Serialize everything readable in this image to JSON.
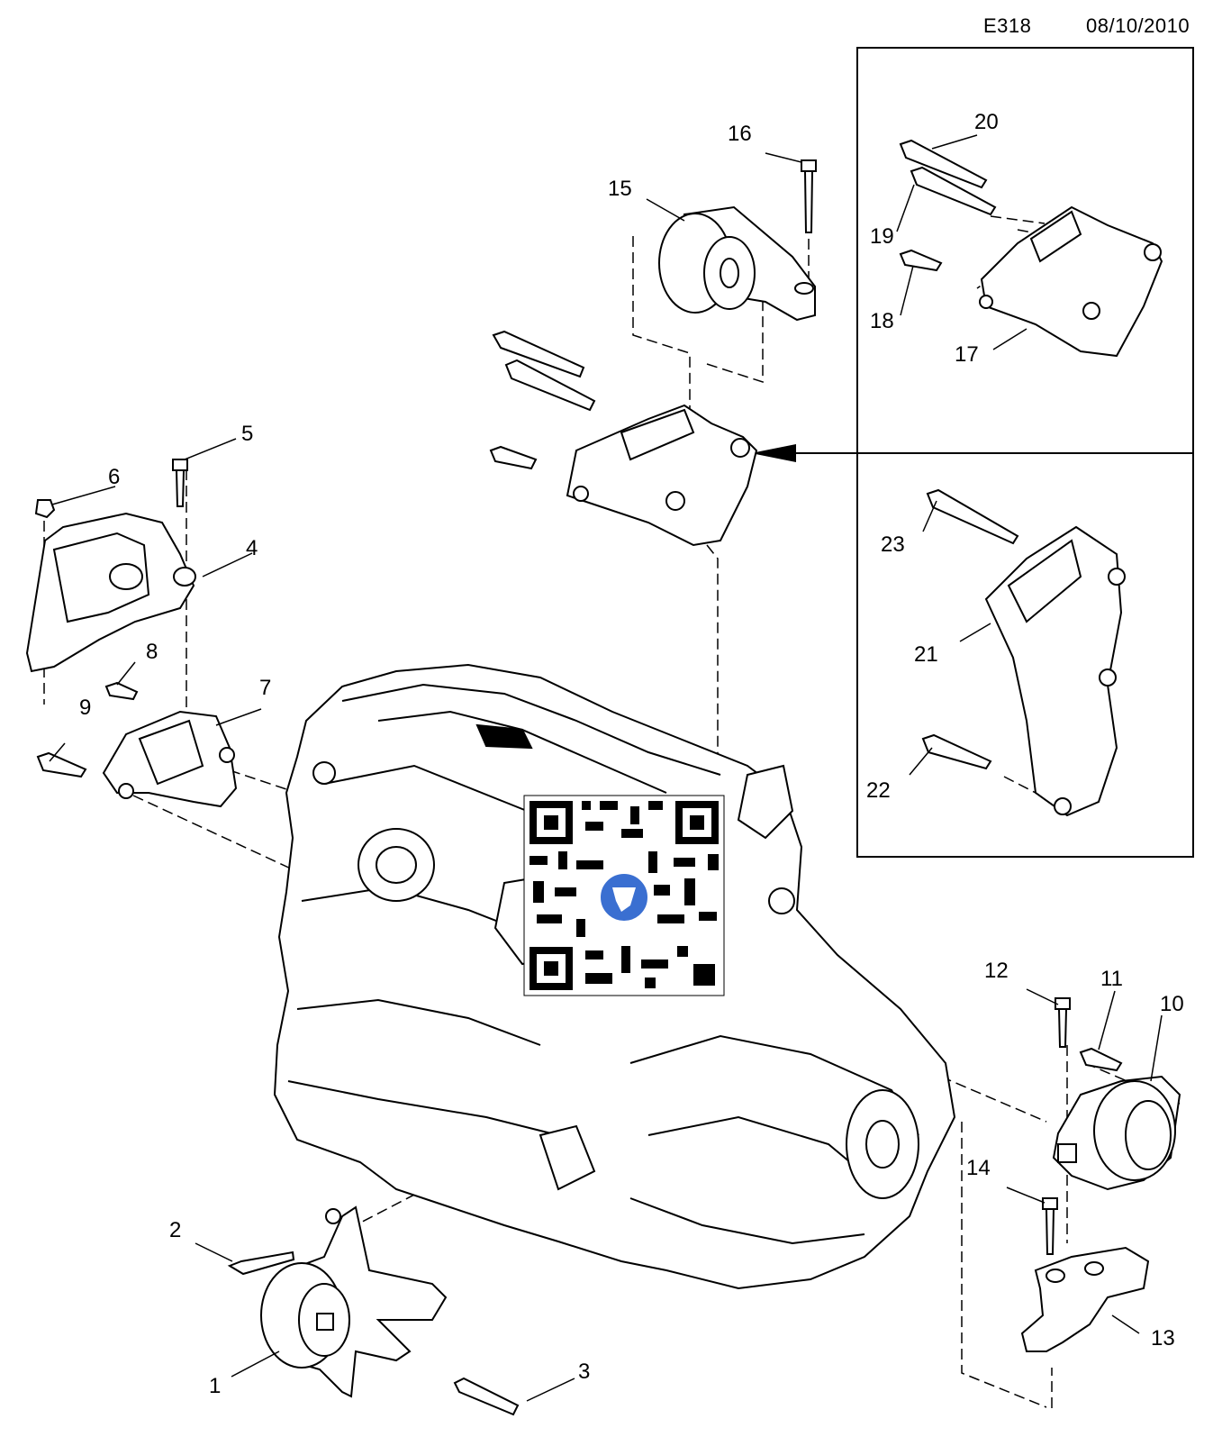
{
  "header": {
    "code": "E318",
    "date": "08/10/2010"
  },
  "callouts": [
    {
      "id": "1",
      "label": "1"
    },
    {
      "id": "2",
      "label": "2"
    },
    {
      "id": "3",
      "label": "3"
    },
    {
      "id": "4",
      "label": "4"
    },
    {
      "id": "5",
      "label": "5"
    },
    {
      "id": "6",
      "label": "6"
    },
    {
      "id": "7",
      "label": "7"
    },
    {
      "id": "8",
      "label": "8"
    },
    {
      "id": "9",
      "label": "9"
    },
    {
      "id": "10",
      "label": "10"
    },
    {
      "id": "11",
      "label": "11"
    },
    {
      "id": "12",
      "label": "12"
    },
    {
      "id": "13",
      "label": "13"
    },
    {
      "id": "14",
      "label": "14"
    },
    {
      "id": "15",
      "label": "15"
    },
    {
      "id": "16",
      "label": "16"
    },
    {
      "id": "17",
      "label": "17"
    },
    {
      "id": "18",
      "label": "18"
    },
    {
      "id": "19",
      "label": "19"
    },
    {
      "id": "20",
      "label": "20"
    },
    {
      "id": "21",
      "label": "21"
    },
    {
      "id": "22",
      "label": "22"
    },
    {
      "id": "23",
      "label": "23"
    }
  ],
  "icons": {
    "qr": "qr-code-icon",
    "logo": "dealer-logo-icon",
    "arrow": "pointer-arrow-icon"
  }
}
